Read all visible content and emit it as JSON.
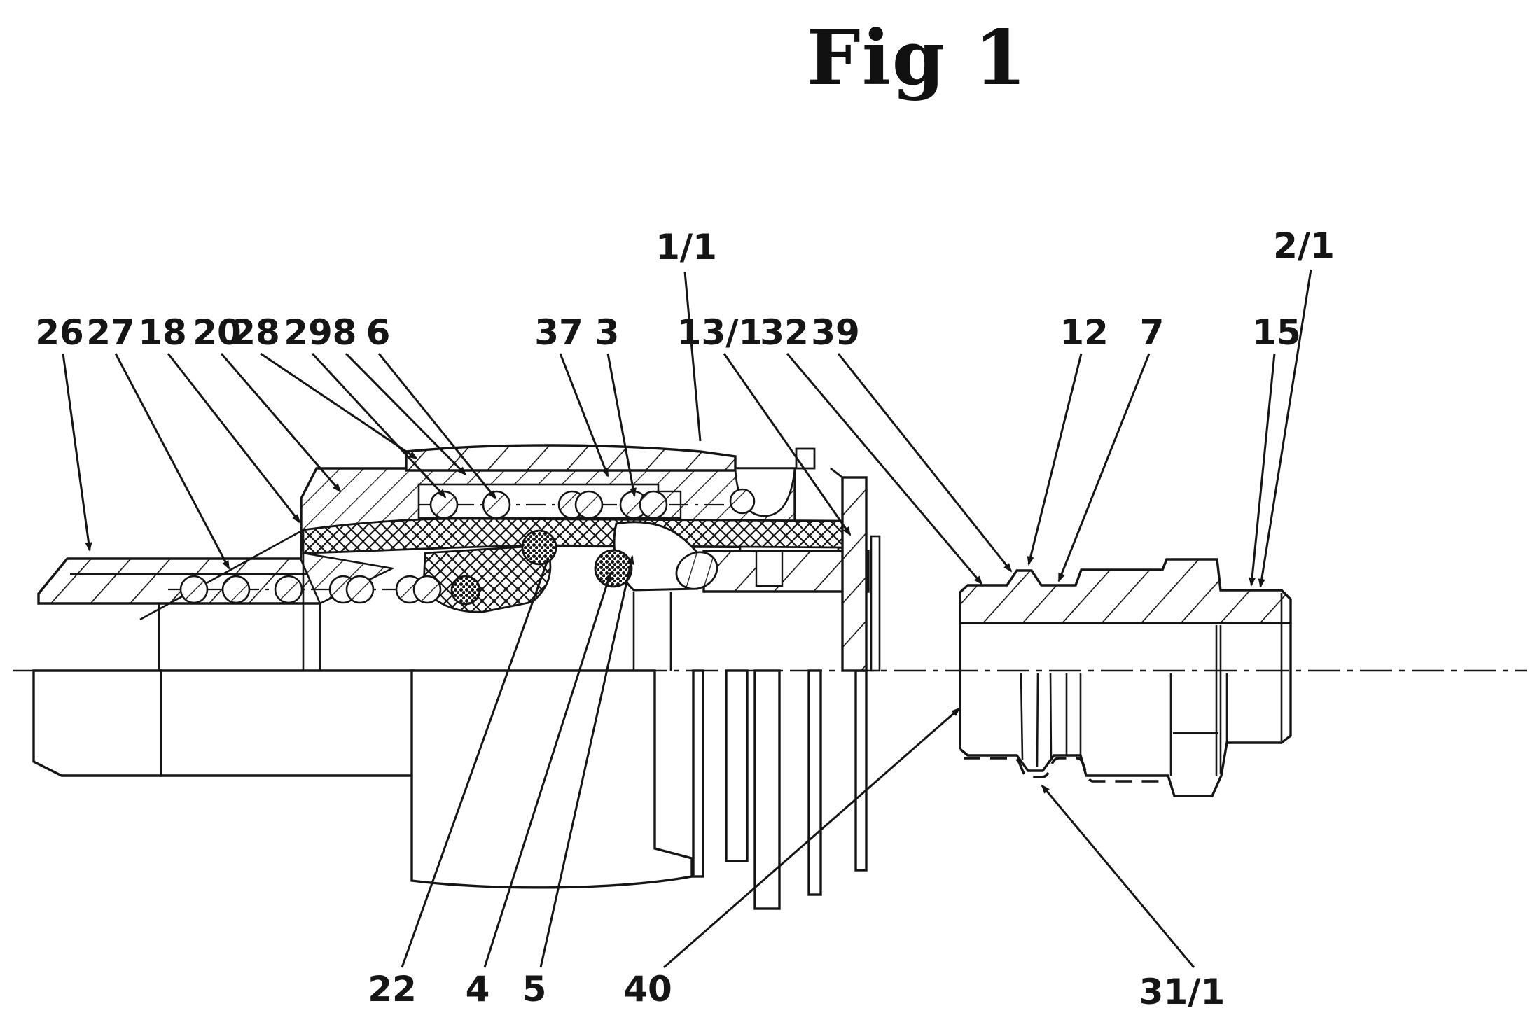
{
  "figure": {
    "title": "Fig 1"
  },
  "colors": {
    "ink": "#151515",
    "paper": "#ffffff"
  },
  "labels": {
    "l26": "26",
    "l27": "27",
    "l18": "18",
    "l20": "20",
    "l28": "28",
    "l29": "29",
    "l8": "8",
    "l6": "6",
    "l37": "37",
    "l3": "3",
    "l13_1": "13/1",
    "l32": "32",
    "l39": "39",
    "l12": "12",
    "l7": "7",
    "l15": "15",
    "l1_1": "1/1",
    "l2_1": "2/1",
    "l22": "22",
    "l4": "4",
    "l5": "5",
    "l40": "40",
    "l31_1": "31/1"
  }
}
